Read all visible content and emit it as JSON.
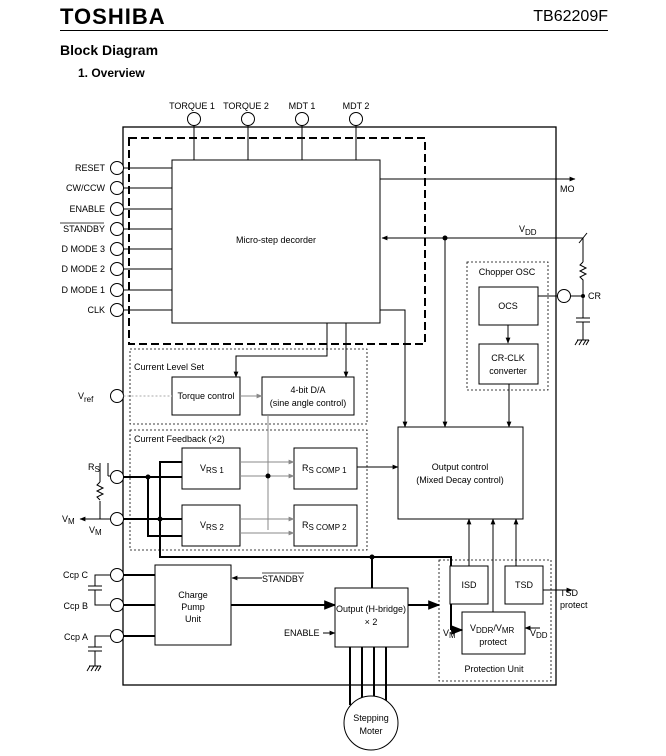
{
  "header": {
    "logo": "TOSHIBA",
    "part_number": "TB62209F",
    "section_title": "Block Diagram",
    "subsection_title": "1.   Overview"
  },
  "diagram": {
    "top_pins": [
      "TORQUE 1",
      "TORQUE 2",
      "MDT 1",
      "MDT 2"
    ],
    "left_pins": [
      "RESET",
      "CW/CCW",
      "ENABLE",
      "STANDBY",
      "D MODE 3",
      "D MODE 2",
      "D MODE 1",
      "CLK"
    ],
    "decoder_label": "Micro-step decorder",
    "mo_label": "MO",
    "vdd_label": "V",
    "vdd_sub": "DD",
    "chopper_osc_title": "Chopper OSC",
    "ocs_label": "OCS",
    "crclk_line1": "CR-CLK",
    "crclk_line2": "converter",
    "cr_label": "CR",
    "current_level_set_title": "Current Level Set",
    "torque_control_label": "Torque control",
    "dac_line1": "4-bit D/A",
    "dac_line2": "(sine angle control)",
    "vref_label": "V",
    "vref_sub": "ref",
    "current_feedback_title": "Current Feedback (×2)",
    "rs_label": "R",
    "rs_sub": "S",
    "vm_label": "V",
    "vm_sub": "M",
    "vrs1_main": "V",
    "vrs1_sub": "RS 1",
    "vrs2_main": "V",
    "vrs2_sub": "RS 2",
    "rscomp1_main": "R",
    "rscomp1_sub": "S COMP 1",
    "rscomp2_main": "R",
    "rscomp2_sub": "S COMP 2",
    "output_control_line1": "Output control",
    "output_control_line2": "(Mixed Decay control)",
    "ccp_pins": [
      "Ccp C",
      "Ccp B",
      "Ccp A"
    ],
    "charge_pump_lines": [
      "Charge",
      "Pump",
      "Unit"
    ],
    "standby_label": "STANDBY",
    "enable_label": "ENABLE",
    "output_hbridge_line1": "Output (H-bridge)",
    "output_hbridge_line2": "× 2",
    "isd_label": "ISD",
    "tsd_label": "TSD",
    "tsd_protect_line1": "TSD",
    "tsd_protect_line2": "protect",
    "vddr_main": "V",
    "vddr_sub1": "DDR",
    "vddr_sep": "/V",
    "vddr_sub2": "MR",
    "vddr_line2": "protect",
    "protection_unit_label": "Protection Unit",
    "vm_inner_label": "V",
    "vm_inner_sub": "M",
    "vdd_inner_label": "V",
    "vdd_inner_sub": "DD",
    "motor_line1": "Stepping",
    "motor_line2": "Moter"
  }
}
